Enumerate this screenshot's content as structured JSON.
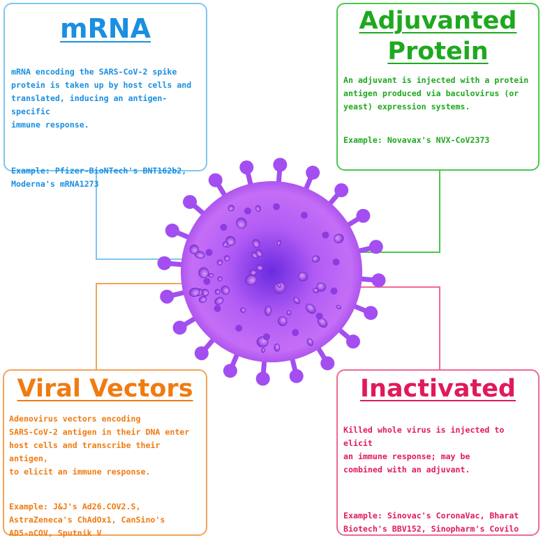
{
  "colors": {
    "mrna": "#1a8fe0",
    "adjuvanted": "#1fa81f",
    "viral": "#f07b12",
    "inactivated": "#e01a5a",
    "virus": "#9b3ee0"
  },
  "icons": {
    "virus": "coronavirus-particle"
  },
  "mrna": {
    "title": "mRNA",
    "description": "mRNA encoding the SARS-CoV-2 spike\nprotein is taken up by host cells and\ntranslated, inducing an antigen-specific\nimmune response.",
    "example": "Example: Pfizer-BioNTech's BNT162b2,\nModerna's mRNA1273"
  },
  "adjuvanted": {
    "title": "Adjuvanted\nProtein",
    "description": "An adjuvant is injected with a protein\nantigen produced via baculovirus (or\nyeast) expression systems.",
    "example": "Example: Novavax's NVX-CoV2373"
  },
  "viral_vectors": {
    "title": "Viral Vectors",
    "description": "Adenovirus vectors encoding\nSARS-CoV-2 antigen in their DNA enter\nhost cells and transcribe their antigen,\nto elicit an immune response.",
    "example": "Example: J&J's Ad26.COV2.S,\nAstraZeneca's ChAdOx1, CanSino's\nAD5-nCOV, Sputnik V"
  },
  "inactivated": {
    "title": "Inactivated",
    "description": "Killed whole virus is injected to elicit\nan immune response; may be\ncombined with an adjuvant.",
    "example": "Example: Sinovac's CoronaVac, Bharat\nBiotech's BBV152, Sinopharm's Covilo"
  }
}
